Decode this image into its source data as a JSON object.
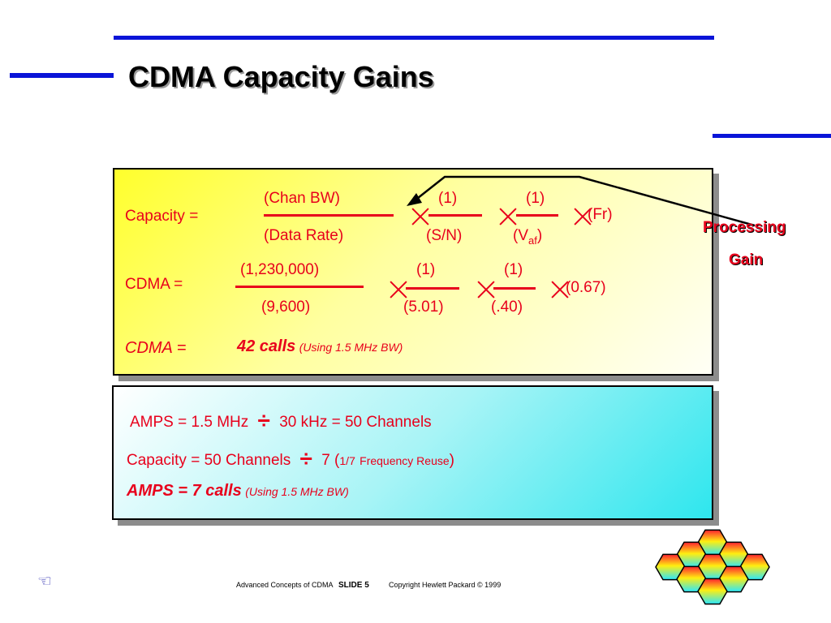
{
  "slide": {
    "title": "CDMA Capacity Gains"
  },
  "cdma_box": {
    "capacity_label": "Capacity =",
    "chan_bw": "(Chan BW)",
    "data_rate": "(Data Rate)",
    "one_a": "(1)",
    "sn": "(S/N)",
    "one_b": "(1)",
    "v_paren_open": "(V",
    "v_sub": "af",
    "v_paren_close": ")",
    "fr": "(Fr)",
    "cdma_label": "CDMA =",
    "num_1230000": "(1,230,000)",
    "den_9600": "(9,600)",
    "one_c": "(1)",
    "den_501": "(5.01)",
    "one_d": "(1)",
    "den_40": "(.40)",
    "factor_067": "(0.67)",
    "result_label": "CDMA =",
    "result_value": "42 calls",
    "result_note": "(Using 1.5 MHz BW)"
  },
  "processing_gain": {
    "line1": "Processing",
    "line2": "Gain"
  },
  "amps_box": {
    "line1_a": "AMPS = 1.5 MHz",
    "divide_symbol": "÷",
    "line1_b": "30 kHz = 50 Channels",
    "line2_a": "Capacity = 50 Channels",
    "line2_b": "7 (",
    "line2_c": "1/7",
    "line2_d": "Frequency Reuse",
    "line2_e": ")",
    "result_value": "AMPS = 7 calls",
    "result_note": "(Using 1.5 MHz BW)"
  },
  "footer": {
    "course": "Advanced Concepts of CDMA",
    "slide_label": "SLIDE",
    "slide_number": "5",
    "copyright": "Copyright Hewlett Packard © 1999"
  },
  "colors": {
    "rule_blue": "#0a14d8",
    "text_red": "#e8001c"
  }
}
